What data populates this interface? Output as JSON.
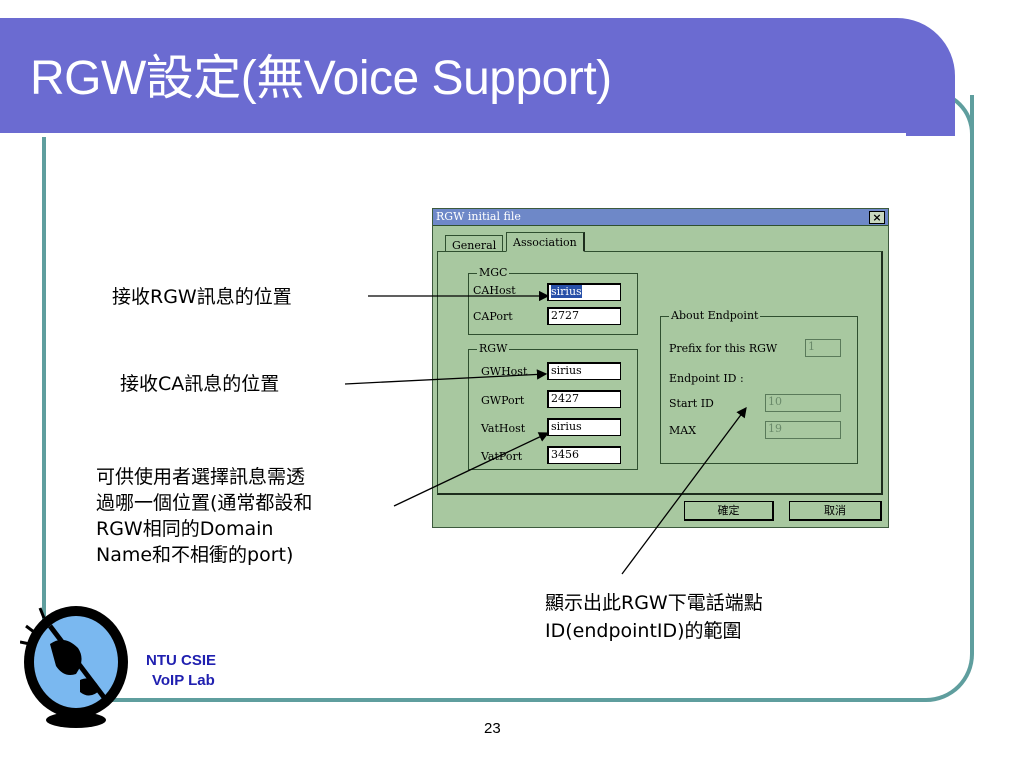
{
  "slide": {
    "title": "RGW設定(無Voice Support)",
    "page_number": "23",
    "lab_line1": "NTU CSIE",
    "lab_line2": "VoIP Lab"
  },
  "dialog": {
    "title": "RGW initial file",
    "close_label": "×",
    "tabs": [
      "General",
      "Association"
    ],
    "active_tab": "Association",
    "mgc": {
      "legend": "MGC",
      "ca_host_label": "CAHost",
      "ca_host_value": "sirius",
      "ca_port_label": "CAPort",
      "ca_port_value": "2727"
    },
    "rgw": {
      "legend": "RGW",
      "gw_host_label": "GWHost",
      "gw_host_value": "sirius",
      "gw_port_label": "GWPort",
      "gw_port_value": "2427",
      "vat_host_label": "VatHost",
      "vat_host_value": "sirius",
      "vat_port_label": "VatPort",
      "vat_port_value": "3456"
    },
    "endpoint": {
      "legend": "About Endpoint",
      "prefix_label": "Prefix for this RGW",
      "prefix_value": "1",
      "endpoint_id_label": "Endpoint ID :",
      "start_id_label": "Start ID",
      "start_id_value": "10",
      "max_label": "MAX",
      "max_value": "19"
    },
    "ok_button": "確定",
    "cancel_button": "取消"
  },
  "annotations": {
    "ca_receive": "接收RGW訊息的位置",
    "rgw_receive": "接收CA訊息的位置",
    "vat_line1": "可供使用者選擇訊息需透",
    "vat_line2": "過哪一個位置(通常都設和",
    "vat_line3": "RGW相同的Domain",
    "vat_line4": "Name和不相衝的port)",
    "endpoint_line1": "顯示出此RGW下電話端點",
    "endpoint_line2": "ID(endpointID)的範圍"
  },
  "colors": {
    "title_bar": "#6b6bd1",
    "frame": "#5f9e9e",
    "dialog_bg": "#a8c8a0",
    "lab_text": "#2020b0"
  }
}
